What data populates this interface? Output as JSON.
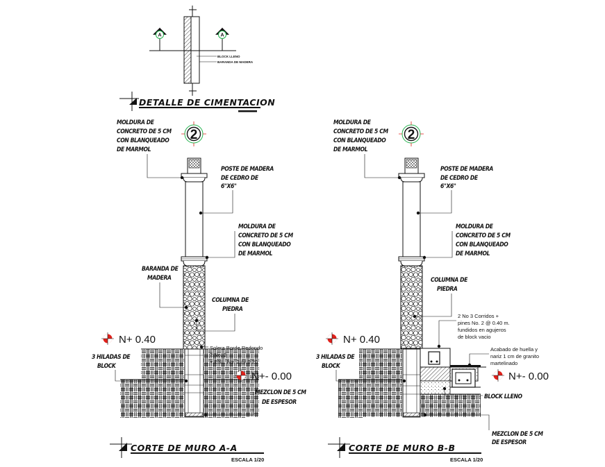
{
  "colors": {
    "ink": "#111111",
    "level_marker": "#e0211b",
    "detail_marker": "#22b14c",
    "background": "#ffffff"
  },
  "top_detail": {
    "title": "DETALLE DE CIMENTACION",
    "section_marker_left": "A",
    "section_marker_right": "A",
    "label_block": "BLOCK LLENO",
    "label_rail": "BARANDA DE MADERA"
  },
  "section_aa": {
    "title": "CORTE DE MURO  A-A",
    "scale": "ESCALA 1/20",
    "detail_number": "2",
    "moldura_top": [
      "MOLDURA DE",
      "CONCRETO DE 5 CM",
      "CON BLANQUEADO",
      "DE MARMOL"
    ],
    "poste": [
      "POSTE DE MADERA",
      "DE CEDRO DE",
      "6\"X6\""
    ],
    "moldura_mid": [
      "MOLDURA DE",
      "CONCRETO DE 5 CM",
      "CON BLANQUEADO",
      "DE MARMOL"
    ],
    "baranda": [
      "BARANDA DE",
      "MADERA"
    ],
    "columna": [
      "COLUMNA DE",
      "PIEDRA"
    ],
    "solera": [
      "Solera Borde Redondo",
      "2 No. 3",
      "+ ESL. No. 2  @ 0.20"
    ],
    "hiladas": [
      "3 HILADAS DE",
      "BLOCK"
    ],
    "level_upper": "N+ 0.40",
    "level_lower": "N+- 0.00",
    "mezclon": [
      "MEZCLON DE 5 CM",
      "DE ESPESOR"
    ]
  },
  "section_bb": {
    "title": "CORTE DE MURO  B-B",
    "scale": "ESCALA 1/20",
    "detail_number": "2",
    "moldura_top": [
      "MOLDURA DE",
      "CONCRETO DE 5 CM",
      "CON BLANQUEADO",
      "DE MARMOL"
    ],
    "poste": [
      "POSTE DE MADERA",
      "DE CEDRO DE",
      "6\"X6\""
    ],
    "moldura_mid": [
      "MOLDURA DE",
      "CONCRETO DE 5 CM",
      "CON BLANQUEADO",
      "DE MARMOL"
    ],
    "columna": [
      "COLUMNA DE",
      "PIEDRA"
    ],
    "corridos": [
      "2 No 3 Corridos +",
      "pines No. 2 @ 0.40 m.",
      "fundidos en agujeros",
      "de block vacio"
    ],
    "acabado": [
      "Acabado de huella y",
      "nariz 1 cm de granito",
      "martelinado"
    ],
    "hiladas": [
      "3 HILADAS DE",
      "BLOCK"
    ],
    "level_upper": "N+ 0.40",
    "level_lower": "N+- 0.00",
    "block_lleno": "BLOCK LLENO",
    "mezclon": [
      "MEZCLON DE 5 CM",
      "DE ESPESOR"
    ]
  }
}
